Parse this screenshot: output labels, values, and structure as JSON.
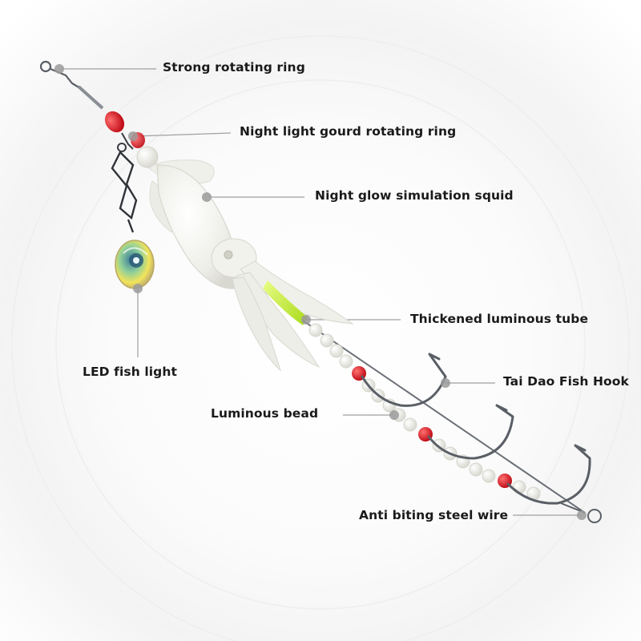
{
  "callouts": {
    "strong_rotating_ring": "Strong rotating ring",
    "night_light_gourd_rotating_ring": "Night light gourd rotating ring",
    "night_glow_simulation_squid": "Night glow simulation squid",
    "thickened_luminous_tube": "Thickened luminous tube",
    "tai_dao_fish_hook": "Tai Dao Fish Hook",
    "led_fish_light": "LED fish light",
    "luminous_bead": "Luminous bead",
    "anti_biting_steel_wire": "Anti biting steel wire"
  },
  "colors": {
    "leader_line": "#a0a0a0",
    "glow_body": "#f4f4ef",
    "red_bead": "#e8202a",
    "luminous_bead": "#f7f7f2",
    "hook_steel": "#5a5f66",
    "tube_green": "#b6f000"
  }
}
